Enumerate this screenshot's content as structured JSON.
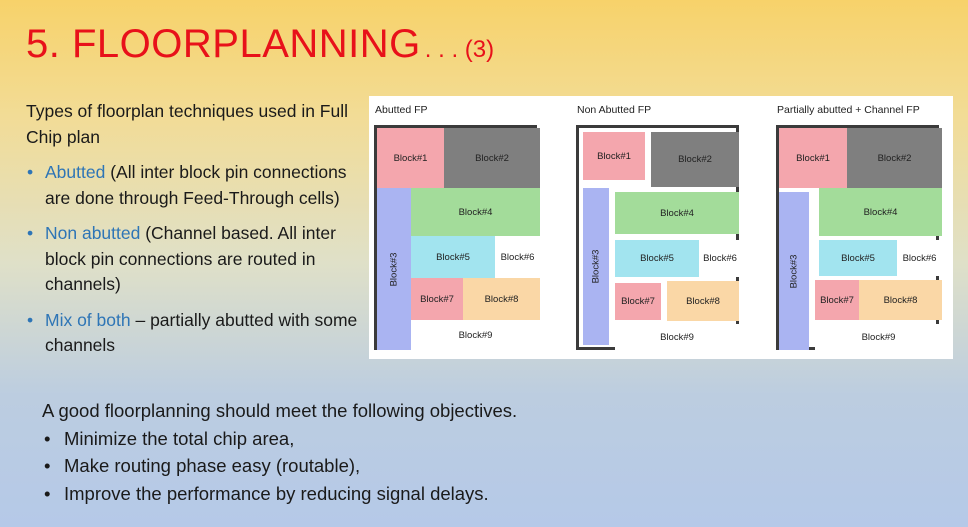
{
  "slide": {
    "title": "5. FLOORPLANNING",
    "title_suffix": ". . . (3)",
    "accent_color": "#e8111a",
    "highlight_color": "#2e75b6"
  },
  "left": {
    "intro": "Types of floorplan techniques used in Full Chip plan",
    "bullets": [
      {
        "term": "Abutted",
        "text": " (All inter block pin connections are done through Feed-Through cells)"
      },
      {
        "term": "Non abutted",
        "text": " (Channel based. All inter block pin connections are routed in channels)"
      },
      {
        "term": "Mix of both",
        "text": " – partially abutted with some channels"
      }
    ]
  },
  "figure": {
    "panels": [
      {
        "label": "Abutted FP",
        "blocks": [
          "Block#1",
          "Block#2",
          "Block#3",
          "Block#4",
          "Block#5",
          "Block#6",
          "Block#7",
          "Block#8",
          "Block#9"
        ]
      },
      {
        "label": "Non Abutted FP",
        "blocks": [
          "Block#1",
          "Block#2",
          "Block#3",
          "Block#4",
          "Block#5",
          "Block#6",
          "Block#7",
          "Block#8",
          "Block#9"
        ]
      },
      {
        "label": "Partially abutted + Channel FP",
        "blocks": [
          "Block#1",
          "Block#2",
          "Block#3",
          "Block#4",
          "Block#5",
          "Block#6",
          "Block#7",
          "Block#8",
          "Block#9"
        ]
      }
    ]
  },
  "objectives": {
    "intro": "A good floorplanning should meet the following objectives.",
    "items": [
      "Minimize the total chip area,",
      "Make routing phase easy (routable),",
      "Improve the performance by reducing signal delays."
    ]
  },
  "bullet_glyph": "•"
}
